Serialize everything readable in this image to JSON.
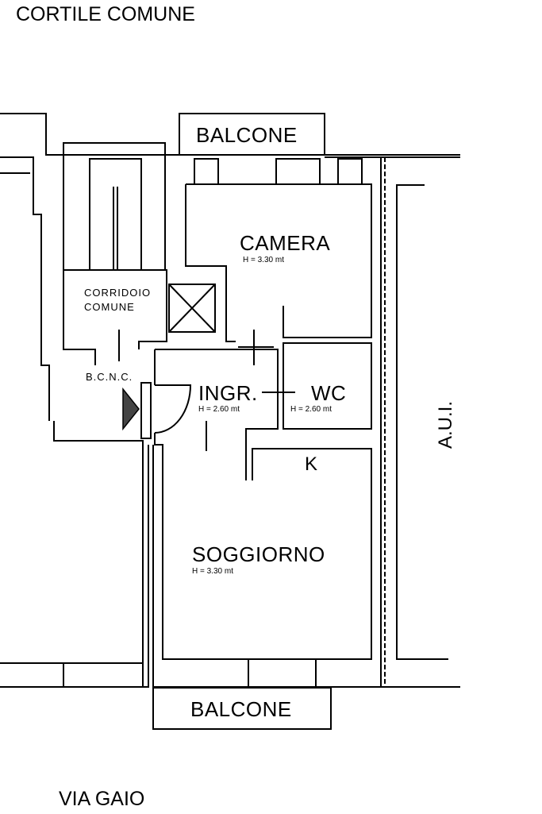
{
  "plan": {
    "top_label": "CORTILE COMUNE",
    "bottom_label": "VIA GAIO",
    "side_label": "A.U.I.",
    "rooms": {
      "balcone_top": "BALCONE",
      "balcone_bottom": "BALCONE",
      "camera": {
        "name": "CAMERA",
        "height": "H = 3.30 mt"
      },
      "ingresso": {
        "name": "INGR.",
        "height": "H = 2.60 mt"
      },
      "wc": {
        "name": "WC",
        "height": "H = 2.60 mt"
      },
      "soggiorno": {
        "name": "SOGGIORNO",
        "height": "H = 3.30 mt"
      },
      "cucina": "K",
      "corridoio_line1": "CORRIDOIO",
      "corridoio_line2": "COMUNE",
      "bcnc": "B.C.N.C."
    }
  }
}
